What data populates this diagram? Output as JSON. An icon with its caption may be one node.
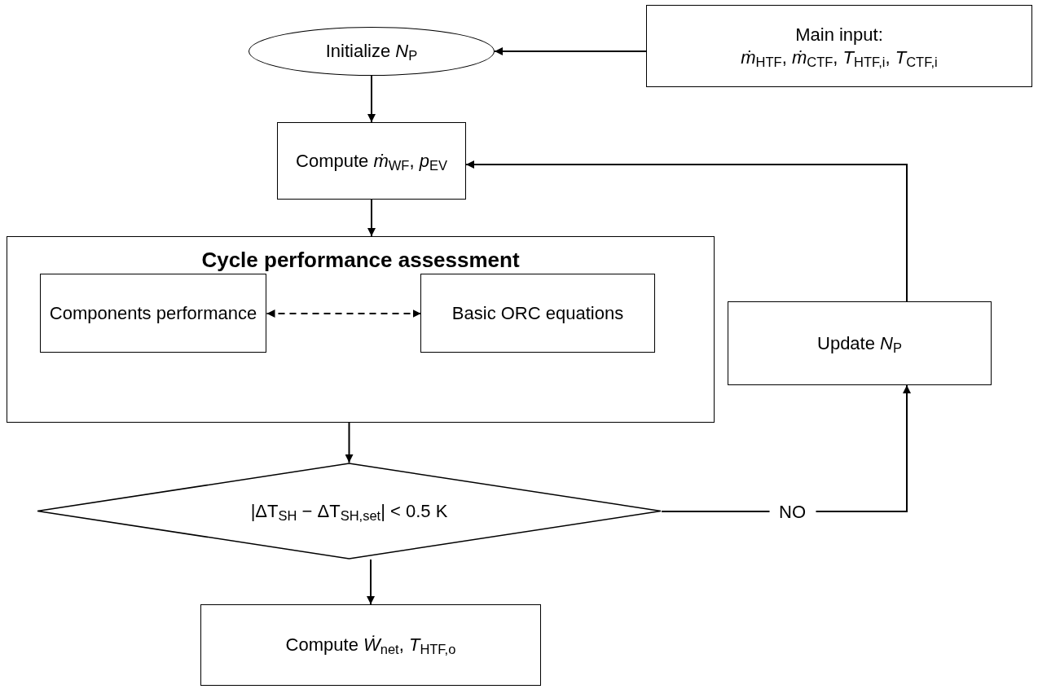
{
  "diagram": {
    "nodes": [
      {
        "text": [
          "Initialize *N*$_{P}$"
        ]
      },
      {
        "text": [
          "Main input:",
          "*ṁ*$_{HTF}$, *ṁ*$_{CTF}$, *T*$_{HTF,i}$, *T*$_{CTF,i}$"
        ]
      },
      {
        "text": [
          "Compute *ṁ*$_{WF}$, *p*$_{EV}$"
        ]
      },
      {
        "text": [
          "Cycle performance assessment"
        ]
      },
      {
        "text": [
          "Components performance"
        ],
        "in": 3
      },
      {
        "text": [
          "Basic ORC equations"
        ],
        "in": 3
      },
      {
        "text": [
          "|ΔT$_{SH}$ − ΔT$_{SH,set}$| < 0.5 K"
        ]
      },
      {
        "text": [
          "Compute *Ẇ*$_{net}$, *T*$_{HTF,o}$"
        ]
      },
      {
        "text": [
          "Update *N*$_{P}$"
        ]
      }
    ],
    "edges": [
      {
        "from": 1,
        "to": 0,
        "arrow": "to"
      },
      {
        "from": 0,
        "to": 2,
        "arrow": "to"
      },
      {
        "from": 2,
        "to": 3,
        "arrow": "to"
      },
      {
        "from": 4,
        "to": 5,
        "arrow": "both",
        "style": "dashed"
      },
      {
        "from": 3,
        "to": 6,
        "arrow": "to"
      },
      {
        "from": 6,
        "to": 7,
        "arrow": "to"
      },
      {
        "from": 6,
        "to": 8,
        "arrow": "to",
        "label": "NO"
      },
      {
        "from": 8,
        "to": 2,
        "arrow": "to"
      }
    ]
  }
}
